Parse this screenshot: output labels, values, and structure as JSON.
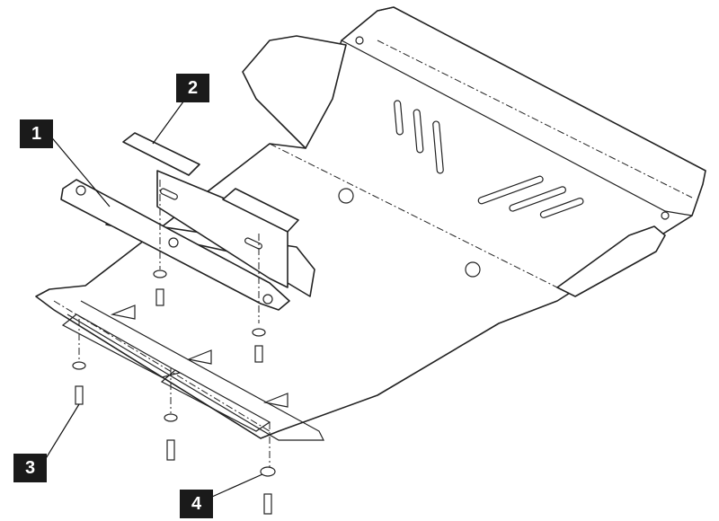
{
  "diagram": {
    "callouts": [
      {
        "label": "1",
        "part": "mounting-bracket"
      },
      {
        "label": "2",
        "part": "bracket-plate"
      },
      {
        "label": "3",
        "part": "bolt"
      },
      {
        "label": "4",
        "part": "bolt-with-washer"
      }
    ]
  }
}
